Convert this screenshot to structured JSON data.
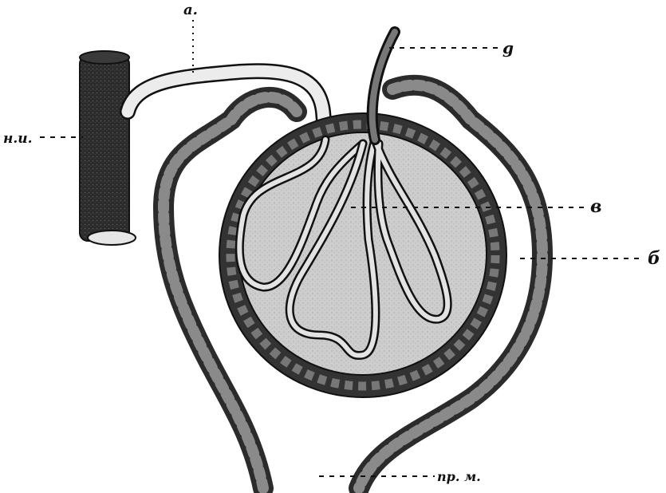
{
  "labels": {
    "a": "a.",
    "g": "g",
    "ni": "н.и.",
    "v": "в",
    "b": "б",
    "prm": "пр. м."
  },
  "colors": {
    "ink": "#111111",
    "wall": "#3a3a3a",
    "lumen": "#cfcfcf",
    "nucleus": "#1a1a1a",
    "capsule_space": "#c9c9c9",
    "vessel": "#e9e9e9"
  }
}
